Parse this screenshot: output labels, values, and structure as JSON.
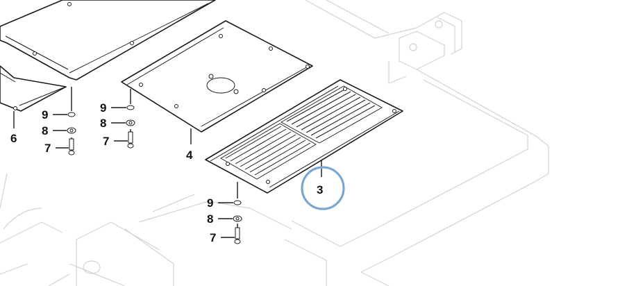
{
  "diagram": {
    "callouts": [
      {
        "id": "label-3",
        "text": "3"
      },
      {
        "id": "label-4",
        "text": "4"
      },
      {
        "id": "label-6",
        "text": "6"
      },
      {
        "id": "label-9-a",
        "text": "9"
      },
      {
        "id": "label-8-a",
        "text": "8"
      },
      {
        "id": "label-7-a",
        "text": "7"
      },
      {
        "id": "label-9-b",
        "text": "9"
      },
      {
        "id": "label-8-b",
        "text": "8"
      },
      {
        "id": "label-7-b",
        "text": "7"
      },
      {
        "id": "label-9-c",
        "text": "9"
      },
      {
        "id": "label-8-c",
        "text": "8"
      },
      {
        "id": "label-7-c",
        "text": "7"
      }
    ],
    "highlight_color": "#7aa6d2"
  }
}
